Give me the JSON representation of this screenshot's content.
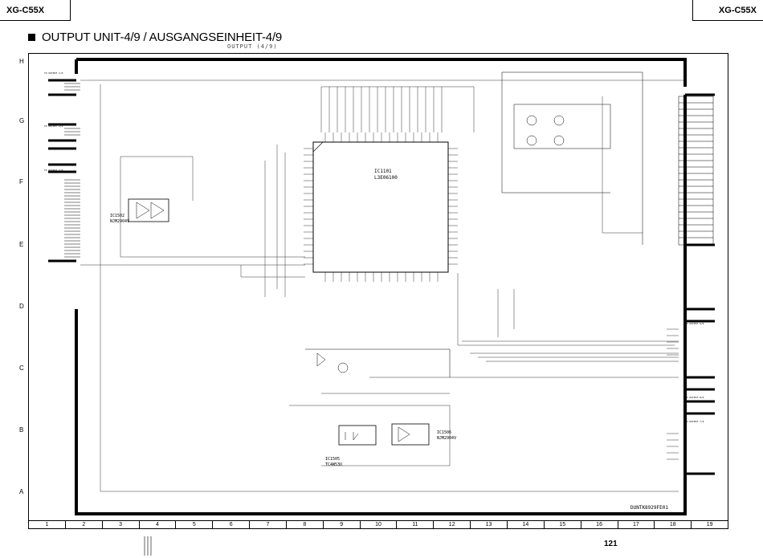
{
  "header": {
    "model_left": "XG-C55X",
    "model_right": "XG-C55X"
  },
  "title": "OUTPUT UNIT-4/9 / AUSGANGSEINHEIT-4/9",
  "subtitle": "OUTPUT (4/9)",
  "row_labels": [
    "H",
    "G",
    "F",
    "E",
    "D",
    "C",
    "B",
    "A"
  ],
  "column_labels": [
    "1",
    "2",
    "3",
    "4",
    "5",
    "6",
    "7",
    "8",
    "9",
    "10",
    "11",
    "12",
    "13",
    "14",
    "15",
    "16",
    "17",
    "18",
    "19"
  ],
  "drawing_code": "DUNTK8929FE01",
  "page_number": "121",
  "components": {
    "ic1101": {
      "ref": "IC1101",
      "part": "L3E06100"
    },
    "ic1502": {
      "ref": "IC1502",
      "part": "NJM2904V"
    },
    "ic1505": {
      "ref": "IC1505",
      "part": "TC4W53U"
    },
    "ic1506": {
      "ref": "IC1506",
      "part": "NJM2904V"
    }
  },
  "connectors": {
    "left": [
      "TO OUTPUT 1/9",
      "TO OUTPUT 2/9",
      "TO OUTPUT 3/9"
    ],
    "right": [
      "TO OUTPUT 6/9",
      "TO OUTPUT 8/9",
      "TO OUTPUT 7/9"
    ]
  }
}
